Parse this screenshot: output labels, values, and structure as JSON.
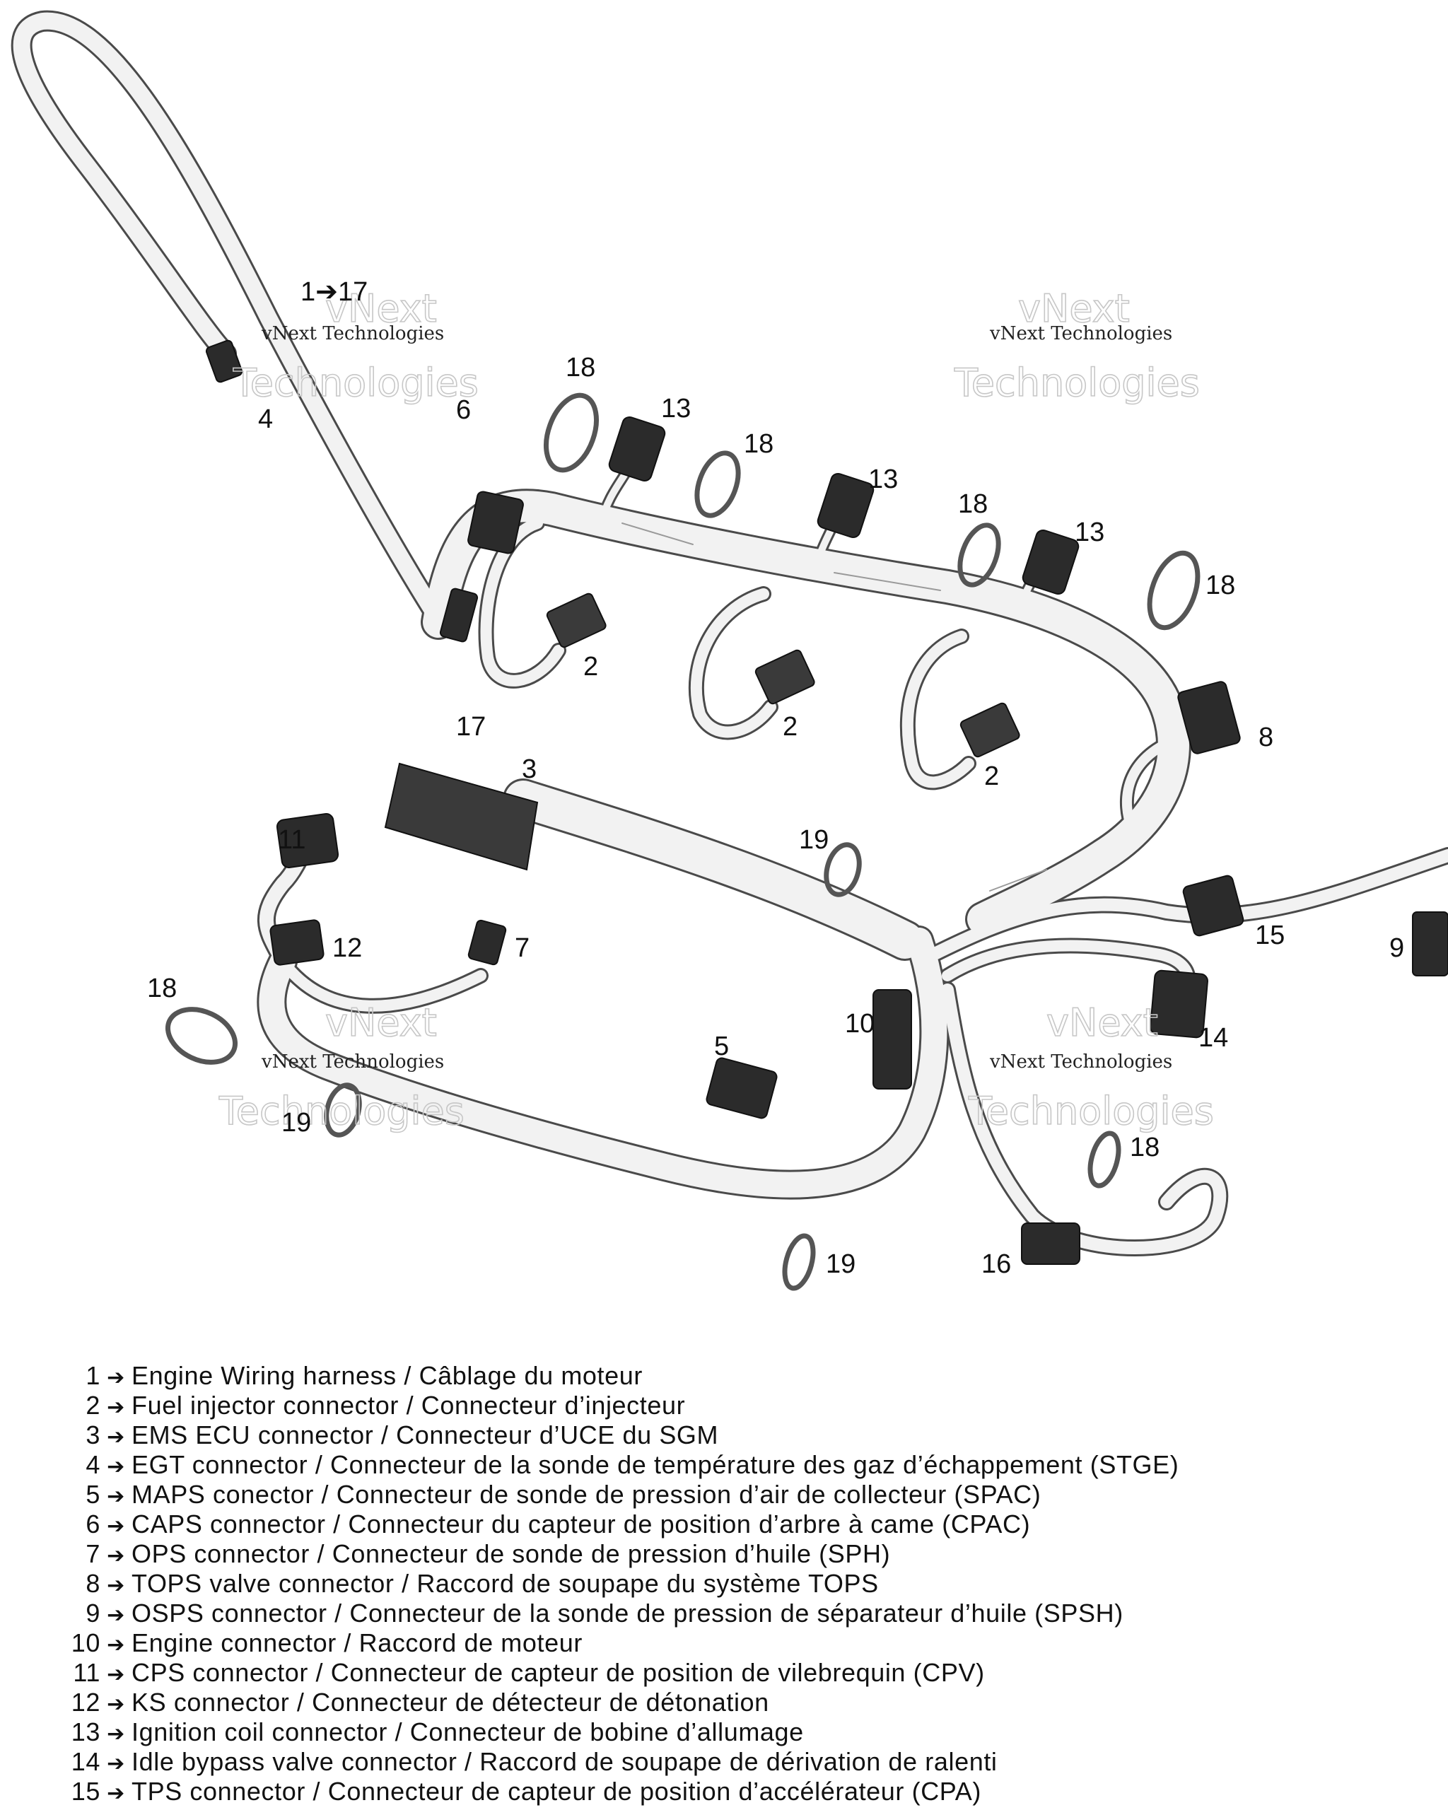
{
  "diagram": {
    "arrow_glyph": "➔",
    "callouts": {
      "c1_17": "1➔17",
      "c2": "2",
      "c3": "3",
      "c4": "4",
      "c5": "5",
      "c6": "6",
      "c7": "7",
      "c8": "8",
      "c9": "9",
      "c10": "10",
      "c11": "11",
      "c12": "12",
      "c13": "13",
      "c14": "14",
      "c15": "15",
      "c16": "16",
      "c17": "17",
      "c18": "18",
      "c19": "19"
    },
    "watermark": {
      "line1": "vNext",
      "line2": "Technologies",
      "full": "vNext Technologies"
    }
  },
  "legend": [
    {
      "num": "1",
      "text": "Engine Wiring harness / Câblage du moteur"
    },
    {
      "num": "2",
      "text": "Fuel injector connector / Connecteur d’injecteur"
    },
    {
      "num": "3",
      "text": "EMS ECU connector / Connecteur d’UCE du SGM"
    },
    {
      "num": "4",
      "text": "EGT connector / Connecteur de la sonde de température des gaz d’échappement (STGE)"
    },
    {
      "num": "5",
      "text": "MAPS conector / Connecteur de sonde de pression d’air de collecteur (SPAC)"
    },
    {
      "num": "6",
      "text": "CAPS connector / Connecteur du capteur de position d’arbre à came (CPAC)"
    },
    {
      "num": "7",
      "text": "OPS connector / Connecteur de sonde de pression d’huile (SPH)"
    },
    {
      "num": "8",
      "text": "TOPS valve connector / Raccord de soupape du système TOPS"
    },
    {
      "num": "9",
      "text": "OSPS connector / Connecteur de la sonde de pression de séparateur d’huile (SPSH)"
    },
    {
      "num": "10",
      "text": "Engine connector / Raccord de moteur"
    },
    {
      "num": "11",
      "text": "CPS connector / Connecteur de capteur de position de vilebrequin (CPV)"
    },
    {
      "num": "12",
      "text": "KS connector / Connecteur de détecteur de détonation"
    },
    {
      "num": "13",
      "text": "Ignition coil connector / Connecteur de bobine d’allumage"
    },
    {
      "num": "14",
      "text": "Idle bypass valve connector / Raccord de soupape de dérivation de ralenti"
    },
    {
      "num": "15",
      "text": "TPS connector / Connecteur de capteur de position d’accélérateur (CPA)"
    }
  ],
  "colors": {
    "harness": "#f2f2f2",
    "harness_outline": "#4a4a4a",
    "connector": "#2b2b2b",
    "clamp": "#555555",
    "watermark": "#c7c7c7"
  }
}
